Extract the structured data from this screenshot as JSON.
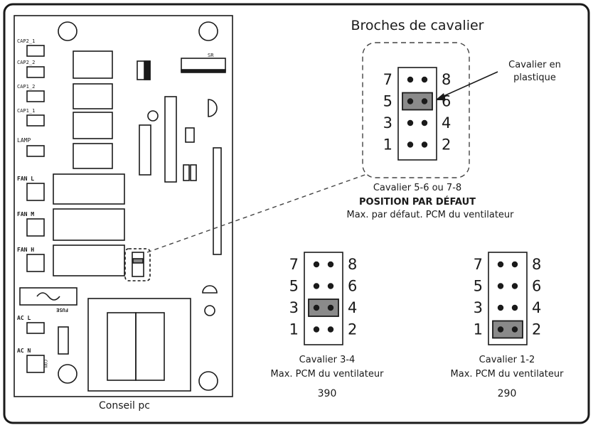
{
  "board": {
    "caption": "Conseil pc",
    "labels": {
      "cap2_1": "CAP2_1",
      "cap2_2": "CAP2_2",
      "cap1_2": "CAP1_2",
      "cap1_1": "CAP1_1",
      "lamp": "LAMP",
      "fan_l": "FAN L",
      "fan_m": "FAN M",
      "fan_h": "FAN H",
      "ac_l": "AC L",
      "ac_n": "AC N",
      "fuse": "FUSE",
      "com": "COM",
      "header_tag": "SR"
    }
  },
  "jumper_pins": {
    "title": "Broches de cavalier",
    "callout": {
      "line1": "Cavalier en",
      "line2": "plastique"
    }
  },
  "blocks": [
    {
      "id": "default",
      "pin_left": [
        "7",
        "5",
        "3",
        "1"
      ],
      "pin_right": [
        "8",
        "6",
        "4",
        "2"
      ],
      "jumper_row": 1,
      "caption": "Cavalier 5-6 ou 7-8",
      "subtitle": "POSITION PAR DÉFAUT",
      "description": "Max. par défaut. PCM du ventilateur"
    },
    {
      "id": "j34",
      "pin_left": [
        "7",
        "5",
        "3",
        "1"
      ],
      "pin_right": [
        "8",
        "6",
        "4",
        "2"
      ],
      "jumper_row": 2,
      "caption": "Cavalier 3-4",
      "description": "Max. PCM du ventilateur",
      "value": "390"
    },
    {
      "id": "j12",
      "pin_left": [
        "7",
        "5",
        "3",
        "1"
      ],
      "pin_right": [
        "8",
        "6",
        "4",
        "2"
      ],
      "jumper_row": 3,
      "caption": "Cavalier 1-2",
      "description": "Max. PCM du ventilateur",
      "value": "290"
    }
  ],
  "colors": {
    "line": "#1a1a1a",
    "jumper_fill": "#8a8a8a",
    "dashed": "#444444"
  }
}
